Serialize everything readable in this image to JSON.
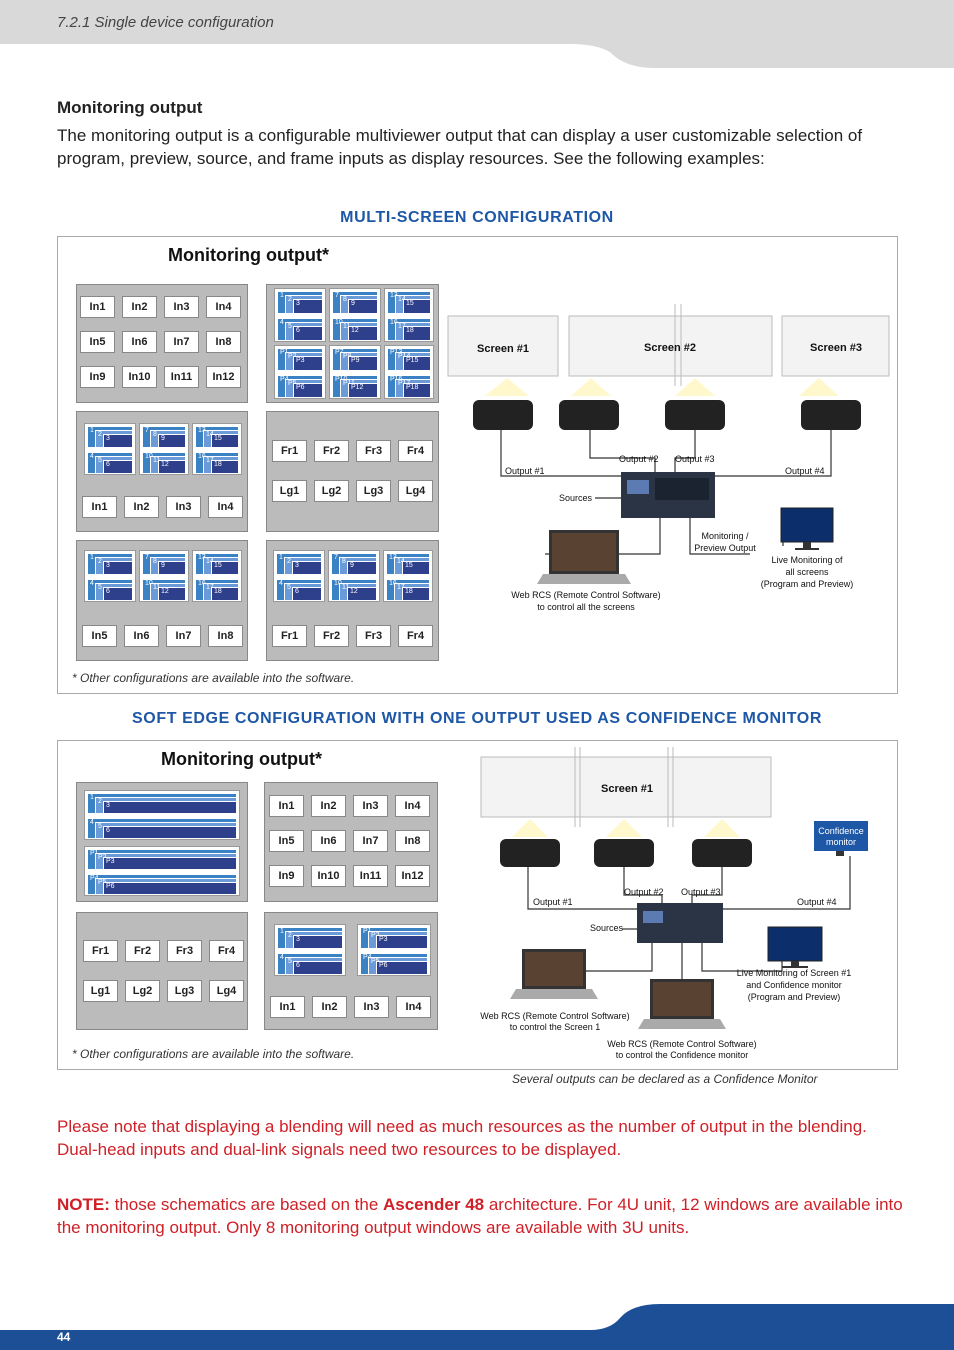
{
  "header": {
    "title": "7.2.1 Single device configuration"
  },
  "monitoring": {
    "heading": "Monitoring output",
    "intro": "The monitoring output is a configurable multiviewer output that can display a user customizable selection of program, preview, source, and frame inputs as display resources. See the following examples:"
  },
  "multi_screen": {
    "title": "MULTI-SCREEN CONFIGURATION",
    "label": "Monitoring output*",
    "footnote": "* Other configurations are available into the software.",
    "grid_inputs": [
      "In1",
      "In2",
      "In3",
      "In4",
      "In5",
      "In6",
      "In7",
      "In8",
      "In9",
      "In10",
      "In11",
      "In12"
    ],
    "box2_inputs": [
      "In1",
      "In2",
      "In3",
      "In4"
    ],
    "box3_frames": [
      "Fr1",
      "Fr2",
      "Fr3",
      "Fr4"
    ],
    "box3_logos": [
      "Lg1",
      "Lg2",
      "Lg3",
      "Lg4"
    ],
    "box4_inputs": [
      "In5",
      "In6",
      "In7",
      "In8"
    ],
    "box5_frames": [
      "Fr1",
      "Fr2",
      "Fr3",
      "Fr4"
    ],
    "mini_numbers": {
      "s1": [
        "1",
        "2",
        "3",
        "4",
        "5",
        "6"
      ],
      "s2": [
        "7",
        "8",
        "9",
        "10",
        "11",
        "12"
      ],
      "s3": [
        "13",
        "14",
        "15",
        "16",
        "17",
        "18"
      ],
      "p1": [
        "P1",
        "P2",
        "P3",
        "P4",
        "P5",
        "P6"
      ],
      "p2": [
        "P7",
        "P8",
        "P9",
        "P10",
        "P11",
        "P12"
      ],
      "p3": [
        "P13",
        "P14",
        "P15",
        "P16",
        "P17",
        "P18"
      ]
    },
    "diagram": {
      "screens": [
        "Screen #1",
        "Screen #2",
        "Screen #3"
      ],
      "outputs": [
        "Output #1",
        "Output #2",
        "Output #3",
        "Output #4"
      ],
      "sources": "Sources",
      "monitoring_line1": "Monitoring /",
      "monitoring_line2": "Preview Output",
      "live_line1": "Live Monitoring of",
      "live_line2": "all screens",
      "live_line3": "(Program and Preview)",
      "web_line1": "Web RCS (Remote Control Software)",
      "web_line2": "to control all the screens"
    }
  },
  "soft_edge": {
    "title": "SOFT EDGE CONFIGURATION WITH ONE OUTPUT USED AS CONFIDENCE MONITOR",
    "label": "Monitoring output*",
    "footnote": "* Other configurations are available into the software.",
    "grid_inputs": [
      "In1",
      "In2",
      "In3",
      "In4",
      "In5",
      "In6",
      "In7",
      "In8",
      "In9",
      "In10",
      "In11",
      "In12"
    ],
    "frames": [
      "Fr1",
      "Fr2",
      "Fr3",
      "Fr4"
    ],
    "logos": [
      "Lg1",
      "Lg2",
      "Lg3",
      "Lg4"
    ],
    "box_inputs": [
      "In1",
      "In2",
      "In3",
      "In4"
    ],
    "mini_numbers": {
      "s1": [
        "1",
        "2",
        "3",
        "4",
        "5",
        "6"
      ],
      "p1": [
        "P1",
        "P2",
        "P3",
        "P4",
        "P5",
        "P6"
      ]
    },
    "diagram": {
      "screen": "Screen #1",
      "confidence_line1": "Confidence",
      "confidence_line2": "monitor",
      "outputs": [
        "Output #1",
        "Output #2",
        "Output #3",
        "Output #4"
      ],
      "sources": "Sources",
      "live_line1": "Live Monitoring of Screen #1",
      "live_line2": "and Confidence monitor",
      "live_line3": "(Program and Preview)",
      "web1_line1": "Web RCS (Remote Control Software)",
      "web1_line2": "to control the Screen 1",
      "web2_line1": "Web RCS (Remote Control Software)",
      "web2_line2": "to control the Confidence monitor"
    },
    "caption": "Several outputs can be declared as a Confidence Monitor"
  },
  "notes": {
    "blend_line1": "Please note that displaying a blending will need as much resources as the number of output in the blending.",
    "blend_line2": "Dual-head inputs and dual-link signals need two resources to be displayed.",
    "note_label": "NOTE:",
    "note_a": " those schematics are based on the ",
    "note_product": "Ascender 48",
    "note_b": " architecture. For 4U unit, 12 windows are available into the monitoring output. Only 8 monitoring output windows are available with 3U units."
  },
  "footer": {
    "page_number": "44"
  },
  "colors": {
    "accent": "#1d57a6",
    "red": "#cf2027",
    "header_gray": "#d9d9d9"
  }
}
